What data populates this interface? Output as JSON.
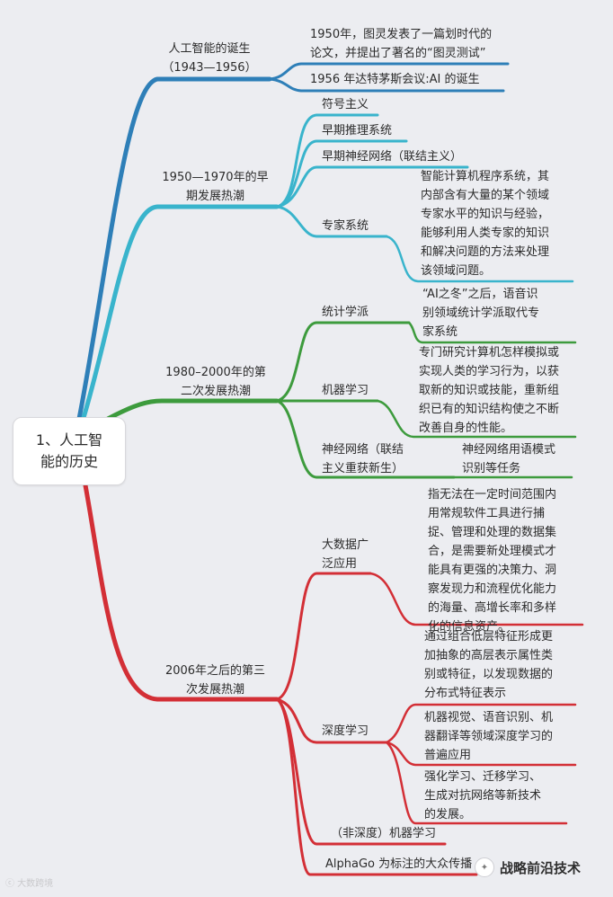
{
  "root": {
    "line1": "1、人工智",
    "line2": "能的历史"
  },
  "branch1": {
    "label_l1": "人工智能的诞生",
    "label_l2": "（1943—1956）",
    "leaf1_l1": "1950年，图灵发表了一篇划时代的",
    "leaf1_l2": "论文，并提出了著名的“图灵测试”",
    "leaf2": "1956 年达特茅斯会议:AI 的诞生"
  },
  "branch2": {
    "label_l1": "1950—1970年的早",
    "label_l2": "期发展热潮",
    "leaf1": "符号主义",
    "leaf2": "早期推理系统",
    "leaf3": "早期神经网络（联结主义）",
    "leaf4": "专家系统",
    "leaf4_desc": [
      "智能计算机程序系统，其",
      "内部含有大量的某个领域",
      "专家水平的知识与经验，",
      "能够利用人类专家的知识",
      "和解决问题的方法来处理",
      "该领域问题。"
    ]
  },
  "branch3": {
    "label_l1": "1980–2000年的第",
    "label_l2": "二次发展热潮",
    "leaf1": "统计学派",
    "leaf1_desc": [
      "“AI之冬”之后，语音识",
      "别领域统计学派取代专",
      "家系统"
    ],
    "leaf2": "机器学习",
    "leaf2_desc": [
      "专门研究计算机怎样模拟或",
      "实现人类的学习行为，以获",
      "取新的知识或技能，重新组",
      "织已有的知识结构使之不断",
      "改善自身的性能。"
    ],
    "leaf3_l1": "神经网络（联结",
    "leaf3_l2": "主义重获新生）",
    "leaf3_desc": [
      "神经网络用语模式",
      "识别等任务"
    ]
  },
  "branch4": {
    "label_l1": "2006年之后的第三",
    "label_l2": "次发展热潮",
    "leaf1_l1": "大数据广",
    "leaf1_l2": "泛应用",
    "leaf1_desc": [
      "指无法在一定时间范围内",
      "用常规软件工具进行捕",
      "捉、管理和处理的数据集",
      "合，是需要新处理模式才",
      "能具有更强的决策力、洞",
      "察发现力和流程优化能力",
      "的海量、高增长率和多样",
      "化的信息资产。"
    ],
    "leaf2": "深度学习",
    "leaf2_desc1": [
      "通过组合低层特征形成更",
      "加抽象的高层表示属性类",
      "别或特征，以发现数据的",
      "分布式特征表示"
    ],
    "leaf2_desc2": [
      "机器视觉、语音识别、机",
      "器翻译等领域深度学习的",
      "普遍应用"
    ],
    "leaf2_desc3": [
      "强化学习、迁移学习、",
      "生成对抗网络等新技术",
      "的发展。"
    ],
    "leaf3": "（非深度）机器学习",
    "leaf4": "AlphaGo 为标注的大众传播"
  },
  "watermark_left": "ⓒ 大数跨境",
  "brand_name": "战略前沿技术",
  "colors": {
    "branch1": "#2e7fb8",
    "branch2": "#39b4cc",
    "branch3": "#3d9b3d",
    "branch4": "#d32f36"
  }
}
